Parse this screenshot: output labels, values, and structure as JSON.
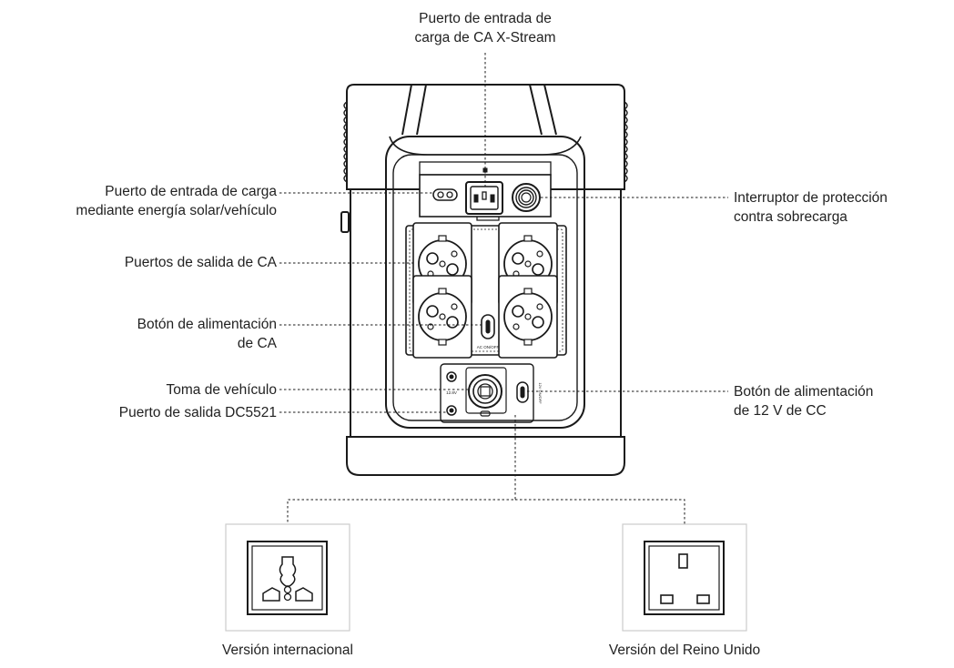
{
  "labels": {
    "ac_xstream_input": [
      "Puerto de entrada de",
      "carga de CA X-Stream"
    ],
    "solar_car_input": [
      "Puerto de entrada de carga",
      "mediante energía solar/vehículo"
    ],
    "overload_protector": [
      "Interruptor de protección",
      "contra sobrecarga"
    ],
    "ac_outputs": [
      "Puertos de salida de CA"
    ],
    "ac_power_button": [
      "Botón de alimentación",
      "de CA"
    ],
    "car_outlet": [
      "Toma de vehículo"
    ],
    "dc5521_output": [
      "Puerto de salida DC5521"
    ],
    "dc12v_button": [
      "Botón de alimentación",
      "de 12 V de CC"
    ],
    "intl_version": [
      "Versión internacional"
    ],
    "uk_version": [
      "Versión del Reino Unido"
    ]
  },
  "device_text": {
    "ac_onoff": "AC ON/OFF",
    "dc_onoff": "12V ON/OFF",
    "dc_label": "12.8V"
  },
  "icons": [
    "ac-inlet-icon",
    "solar-input-icon",
    "overload-switch-icon",
    "schuko-socket-icon",
    "car-outlet-icon",
    "universal-socket-icon",
    "uk-socket-icon"
  ],
  "colors": {
    "line": "#1a1a1a",
    "panel": "#ffffff",
    "frame": "#cccccc"
  }
}
